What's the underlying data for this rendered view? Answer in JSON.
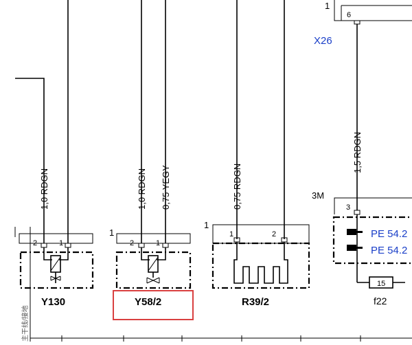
{
  "components": {
    "y130": {
      "name": "Y130",
      "pin_left": "2",
      "pin_right": "1",
      "wire_label": "1,0 RDGN"
    },
    "y58_2": {
      "name": "Y58/2",
      "pin_left": "2",
      "pin_right": "1",
      "wire_left_label": "1,0 RDGN",
      "wire_right_label": "0,75 YEGY",
      "corner": "1"
    },
    "r39_2": {
      "name": "R39/2",
      "pin_left": "1",
      "pin_right": "2",
      "wire_label": "0,75 RDGN",
      "corner": "1"
    },
    "x26": {
      "name": "X26",
      "top_mark": "1",
      "pin": "6",
      "wire_label": "1,5 RDGN"
    },
    "f22": {
      "name": "f22",
      "block": "3M",
      "pin": "3",
      "ref_1": "PE 54.2",
      "ref_2": "PE 54.2",
      "fuse": "15"
    }
  },
  "side_text": "主干线/接地",
  "colors": {
    "highlight": "#d94040",
    "link": "#1a3fc8"
  }
}
